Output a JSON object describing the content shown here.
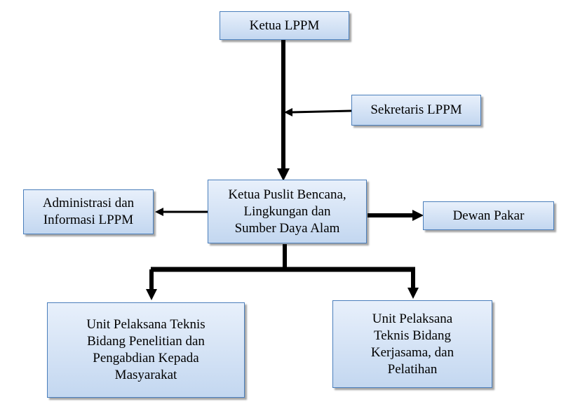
{
  "colors": {
    "box_border": "#4a7ebb",
    "box_fill_top": "#e8f0fb",
    "box_fill_bottom": "#c3d7f0",
    "connector": "#000000"
  },
  "nodes": {
    "ketua_lppm": "Ketua LPPM",
    "sekretaris": "Sekretaris LPPM",
    "ketua_puslit": "Ketua Puslit Bencana,\nLingkungan dan\nSumber Daya Alam",
    "administrasi": "Administrasi dan\nInformasi LPPM",
    "dewan_pakar": "Dewan Pakar",
    "upt_penelitian": "Unit Pelaksana Teknis\nBidang Penelitian dan\nPengabdian Kepada\nMasyarakat",
    "upt_kerjasama": "Unit Pelaksana\nTeknis Bidang\nKerjasama, dan\nPelatihan"
  }
}
